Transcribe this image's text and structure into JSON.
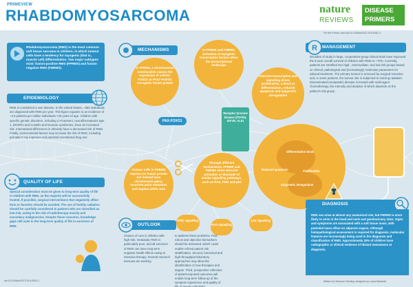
{
  "header": {
    "kicker": "PRIMEVIEW",
    "title": "RHABDOMYOSARCOMA",
    "logo_nature": "nature",
    "logo_reviews": "REVIEWS",
    "logo_disease": "DISEASE",
    "logo_primers": "PRIMERS",
    "citation": "For the Primer, visit doi:10.1038/s41572-019-0051-2"
  },
  "intro": {
    "text": "Rhabdomyosarcoma (RMS) is the most common soft tissue sarcoma in children, in which tumour cells have a tendency for myogenic (that is, muscle cell) differentiation. Two major subtypes exist: fusion-positive RMS (FPRMS) and fusion-negative RMS (FNRMS)."
  },
  "epidemiology": {
    "title": "EPIDEMIOLOGY",
    "text": "RMS is considered a rare disease. In the United States, ~350 individuals are diagnosed with RMS per year. This figure equates to an incidence of ~4.5 patients per million individuals <20 years of age. Children with specific genetic disorders, including Li-Fraumeni, neurofibromatosis type 1, DICER1 and Costello and Noonan syndromes, have an increased risk. International differences in ethnicity have a decreased risk of RMS. Finally, environmental factors may increase the risk of RMS, including prenatal X-ray exposure and parental recreational drug use."
  },
  "quality_of_life": {
    "title": "QUALITY OF LIFE",
    "text": "Special consideration must be given to long-term quality of life in children with RMS, as the majority will be successfully treated. If possible, surgical interventions that negatively affect form or function should be avoided. The use of fertility radiation should be carefully considered in patients who are classified as low-risk, owing to the risk of radiotherapy toxicity and secondary malignancies. Despite these concerns, knowledge gaps still exist in the long-term quality of life in survivors of RMS."
  },
  "mechanisms": {
    "title": "MECHANISMS",
    "bubble1": "In FPRMS, a chromosomal translocation causes the expression of a PAX3-FOXO1 or PAX7-FOXO1 oncogenic fusion protein",
    "bubble2": "In FPRMS and FNRMS, activation of myogenic transcription factors alters the transcriptional landscape",
    "bubble3": "Aberrant transcription and signalling drives proliferation, a block to differentiation, reduced apoptosis and epigenetic deregulation",
    "bubble4": "Tumour cells in FNRMS express no fusion protein but instead have chromosome gains, recurrent point mutations and 11p15.5 allelic loss",
    "bubble5": "Through different mechanisms, FPRMS and FNRMS show aberrant activation or blockade of similar signalling pathways, such as RAS, PI3K and p53",
    "pax": "PAX-FOXO1",
    "green_box": "Receptor tyrosine kinases (FGFR4, IGF1R, ALK)",
    "pill_pi3k": "PI3K signalling",
    "pill_ras": "RAS signalling",
    "pill_p53": "p53 signalling"
  },
  "tumour": {
    "label1": "Differentiation block",
    "label2": "Reduced apoptosis",
    "label3": "Proliferation",
    "label4": "Epigenetic deregulation"
  },
  "outlook": {
    "title": "OUTLOOK",
    "text": "Chance of cure in children with high-risk, metastatic RMS is particularly poor, and all survivors of RMS can have long-term negative health effects owing to intensive therapy. Several research avenues are working",
    "text2": "to address these problems. First, robust and objective biomarkers should be assessed, which could enable refined patient risk stratification. Second, functional and high-throughput laboratory approaches may allow the identification of new therapies and targets. Third, prospective collection of patient-reported outcomes will enable long-term follow-up of the symptom experience and quality of life of people with RMS."
  },
  "management": {
    "title": "MANAGEMENT",
    "text": "Decades of study in large, cooperative-group clinical trials have improved the 5-year overall survival of children with RMS to ~70%. Currently, patients are stratified into high-, intermediate- and low-risk groups based on clinical, pathological and (increasingly) molecular parameters for tailored treatment. The primary tumour is removed by surgical resection and, in some patients, the tumour site is subjected to ionizing radiation. Disseminated (metastatic) disease is treated with multi-agent chemotherapy, the intensity and duration of which depends on the patient's risk group."
  },
  "diagnosis": {
    "title": "DIAGNOSIS",
    "text": "RMS can arise at almost any anatomical site, but FNRMS is more likely to arise in the head and neck and genitourinary sites. Signs and symptoms are associated with a soft tissue mass, with potential mass effect on adjacent organs. Although histopathological assessment is required for diagnosis, molecular features are increasingly being used in the diagnosis and classification of RMS. Approximately 20% of children have radiographic or clinical evidence of distant metastases at diagnosis."
  },
  "footer": {
    "left": "doi:10.1038/s41572-019-0051-2",
    "right": "Written by Shannon Seeling; designed by Laura Marshall"
  },
  "colors": {
    "primary_blue": "#2c93c8",
    "accent_orange": "#f2b43a",
    "accent_green": "#4aa836",
    "teal": "#3fae9a",
    "background": "#dbe7ee"
  },
  "icons": [
    "play-icon",
    "globe-icon",
    "cell-icon",
    "smiley-icon",
    "doctor-icon",
    "eye-icon",
    "scissors-icon",
    "radiation-icon",
    "iv-bag-icon",
    "tumour-icon"
  ]
}
